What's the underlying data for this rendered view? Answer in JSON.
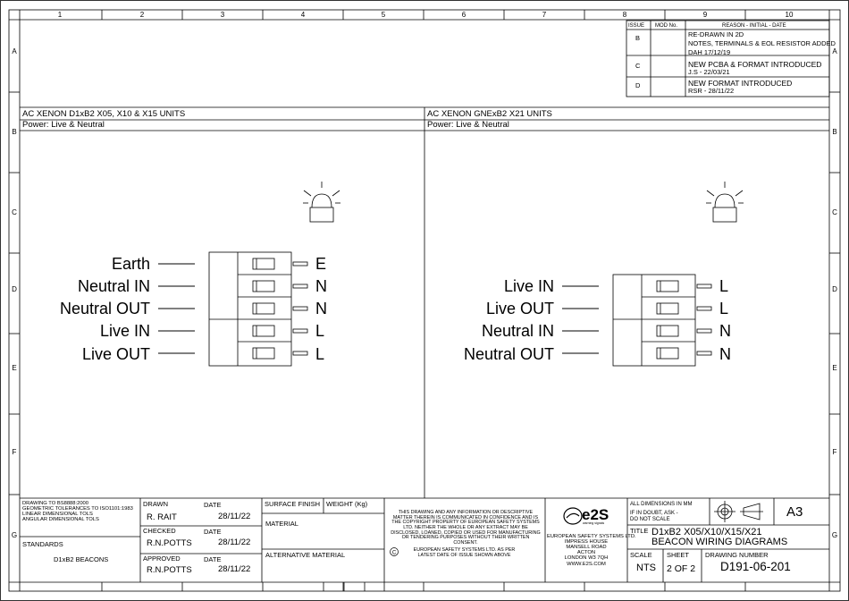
{
  "grid": {
    "cols": [
      "1",
      "2",
      "3",
      "4",
      "5",
      "6",
      "7",
      "8",
      "9",
      "10"
    ],
    "rows": [
      "A",
      "B",
      "C",
      "D",
      "E",
      "F",
      "G"
    ]
  },
  "revisions": {
    "headers": {
      "issue": "ISSUE",
      "mod": "MOD No.",
      "reason": "REASON - INITIAL - DATE"
    },
    "rows": [
      {
        "issue": "B",
        "lines": [
          "RE-DRAWN IN 2D",
          "NOTES, TERMINALS & EOL RESISTOR ADDED",
          "DAH 17/12/19"
        ]
      },
      {
        "issue": "C",
        "lines": [
          "NEW PCBA & FORMAT INTRODUCED",
          "J.S - 22/03/21"
        ]
      },
      {
        "issue": "D",
        "lines": [
          "NEW FORMAT INTRODUCED",
          "RSR - 28/11/22"
        ]
      }
    ]
  },
  "panel_left": {
    "title": "AC XENON D1xB2 X05, X10 & X15 UNITS",
    "power": "Power: Live & Neutral",
    "labels": [
      "Earth",
      "Neutral IN",
      "Neutral OUT",
      "Live IN",
      "Live OUT"
    ],
    "terminals": [
      "E",
      "N",
      "N",
      "L",
      "L"
    ]
  },
  "panel_right": {
    "title": "AC XENON GNExB2 X21 UNITS",
    "power": "Power: Live & Neutral",
    "labels": [
      "Live IN",
      "Live OUT",
      "Neutral IN",
      "Neutral OUT"
    ],
    "terminals": [
      "L",
      "L",
      "N",
      "N"
    ]
  },
  "title_block": {
    "standards_note": [
      "DRAWING TO BS8888:2000",
      "GEOMETRIC TOLERANCES TO ISO1101:1983",
      "LINEAR DIMENSIONAL TOLS",
      "ANGULAR DIMENSIONAL TOLS"
    ],
    "standards_label": "STANDARDS",
    "standards_value": "D1xB2 BEACONS",
    "drawn_label": "DRAWN",
    "drawn_value": "R. RAIT",
    "checked_label": "CHECKED",
    "checked_value": "R.N.POTTS",
    "approved_label": "APPROVED",
    "approved_value": "R.N.POTTS",
    "date_label": "DATE",
    "dates": [
      "28/11/22",
      "28/11/22",
      "28/11/22"
    ],
    "surface_finish": "SURFACE FINISH",
    "weight": "WEIGHT (Kg)",
    "material": "MATERIAL",
    "alt_material": "ALTERNATIVE MATERIAL",
    "copyright": "THIS DRAWING AND ANY INFORMATION OR DESCRIPTIVE MATTER THEREIN IS COMMUNICATED IN CONFIDENCE AND IS THE COPYRIGHT PROPERTY OF EUROPEAN SAFETY SYSTEMS LTD. NEITHER THE WHOLE OR ANY EXTRACT MAY BE DISCLOSED, LOANED, COPIED OR USED FOR MANUFACTURING OR TENDERING PURPOSES WITHOUT THEIR WRITTEN CONSENT.",
    "copyright2": "EUROPEAN SAFETY SYSTEMS LTD. AS PER LATEST DATE OF ISSUE SHOWN ABOVE",
    "logo_text": "e2S",
    "logo_sub": "warning signals",
    "company": [
      "EUROPEAN SAFETY SYSTEMS LTD.",
      "IMPRESS HOUSE",
      "MANSELL ROAD",
      "ACTON",
      "LONDON W3 7QH",
      "WWW.E2S.COM"
    ],
    "dims": [
      "ALL DIMENSIONS IN MM",
      "IF IN DOUBT, ASK -",
      "DO NOT SCALE"
    ],
    "size": "A3",
    "title_label": "TITLE",
    "title_lines": [
      "D1xB2 X05/X10/X15/X21",
      "BEACON WIRING DIAGRAMS"
    ],
    "scale_label": "SCALE",
    "scale_value": "NTS",
    "sheet_label": "SHEET",
    "sheet_value": "2 OF 2",
    "drawing_number_label": "DRAWING NUMBER",
    "drawing_number": "D191-06-201"
  }
}
